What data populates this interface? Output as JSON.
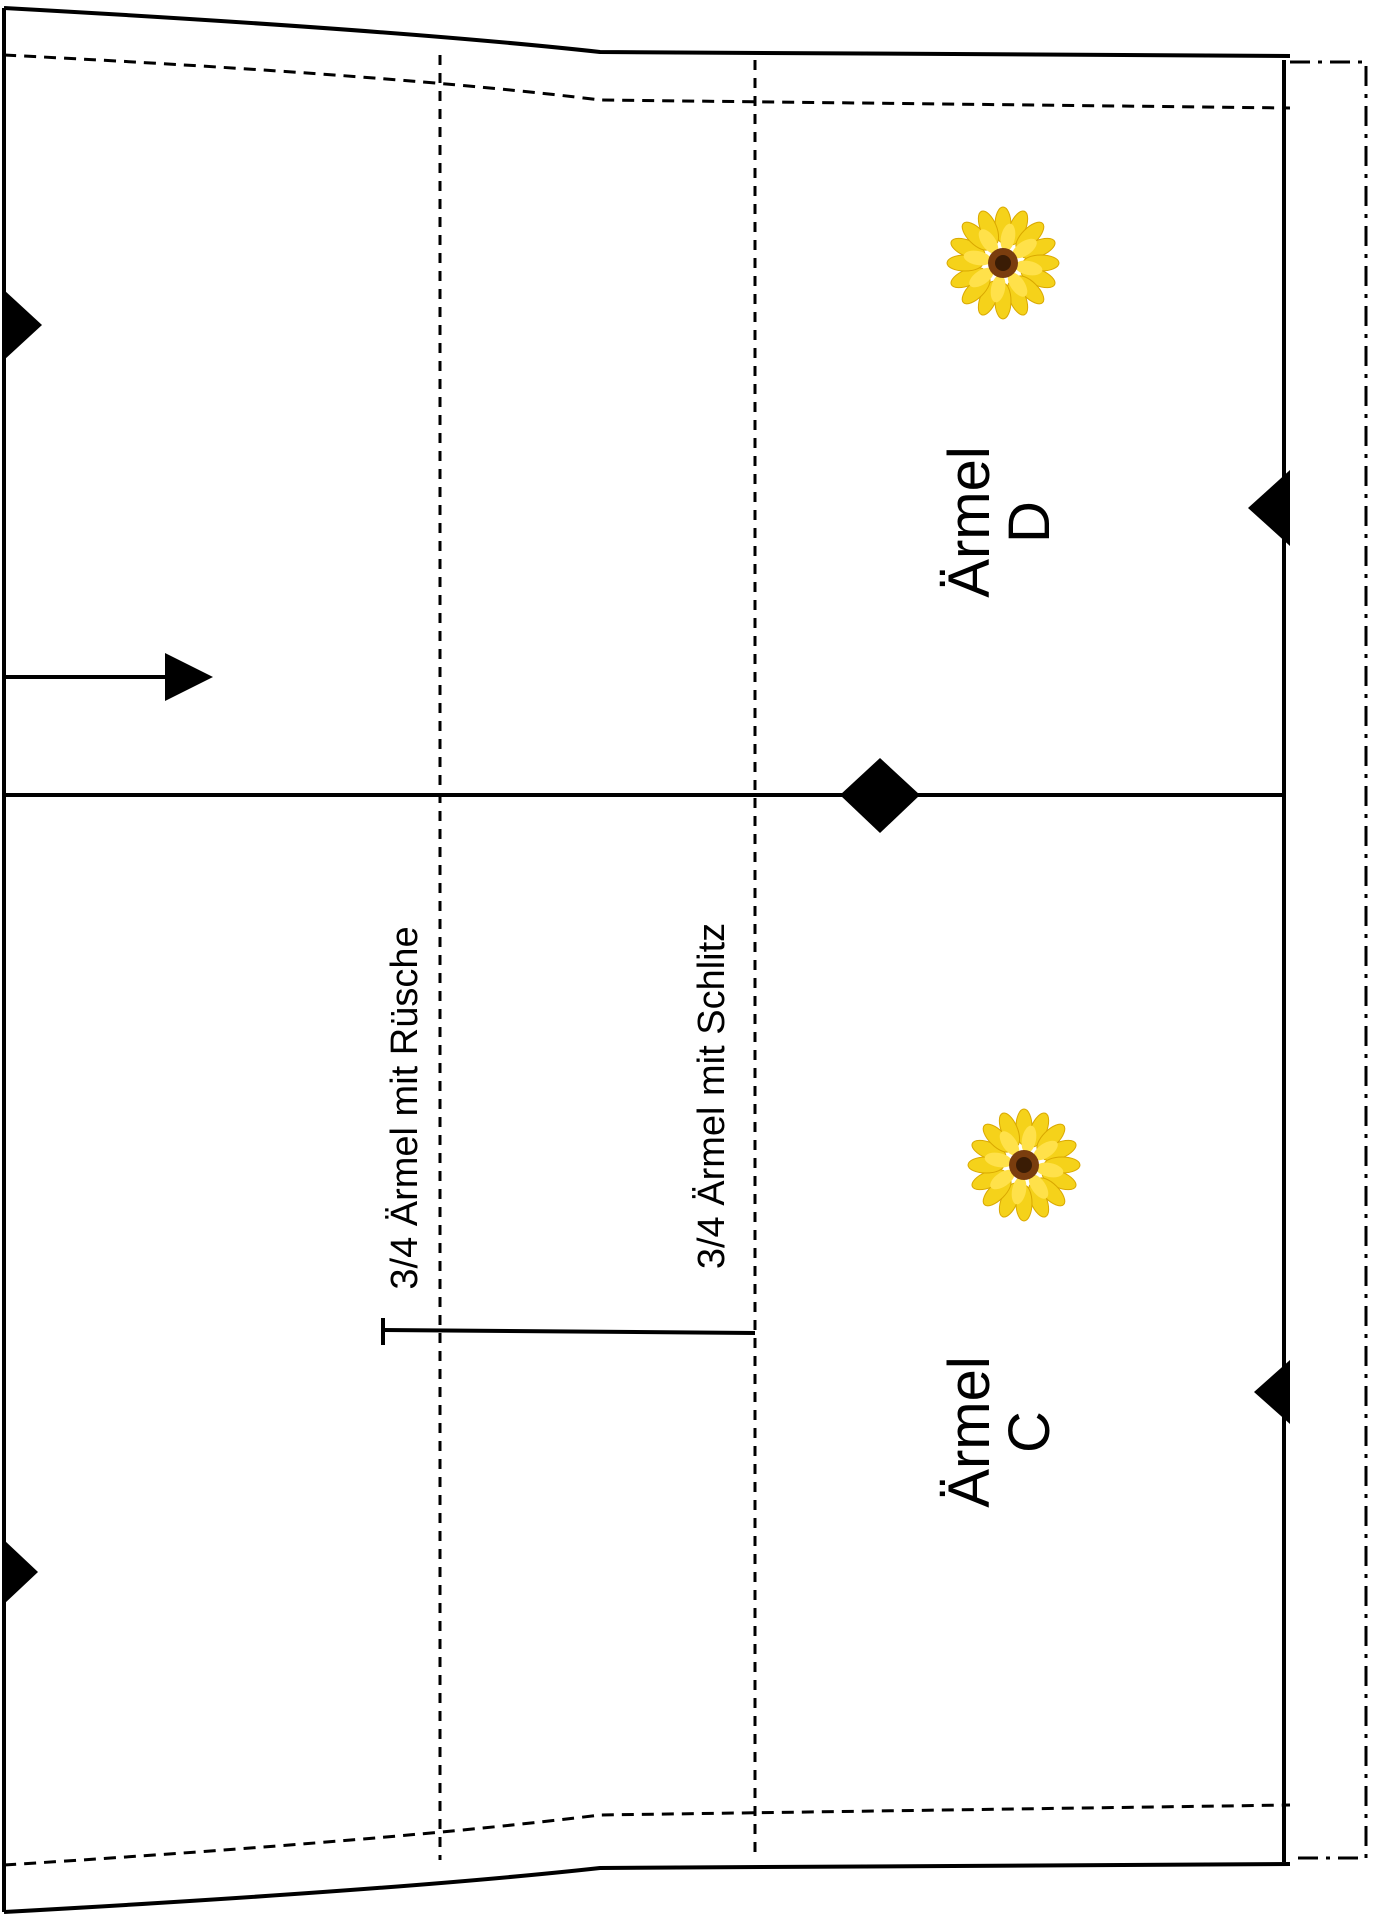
{
  "pattern": {
    "pieces": [
      {
        "name": "Ärmel",
        "letter": "D"
      },
      {
        "name": "Ärmel",
        "letter": "C"
      }
    ],
    "sleeve_variants": [
      "3/4 Ärmel mit Rüsche",
      "3/4 Ärmel mit Schlitz"
    ],
    "decoration_icon": "sunflower-icon",
    "colors": {
      "line": "#000000",
      "flower_petal": "#f5d21a",
      "flower_center": "#5a2f0c"
    }
  }
}
